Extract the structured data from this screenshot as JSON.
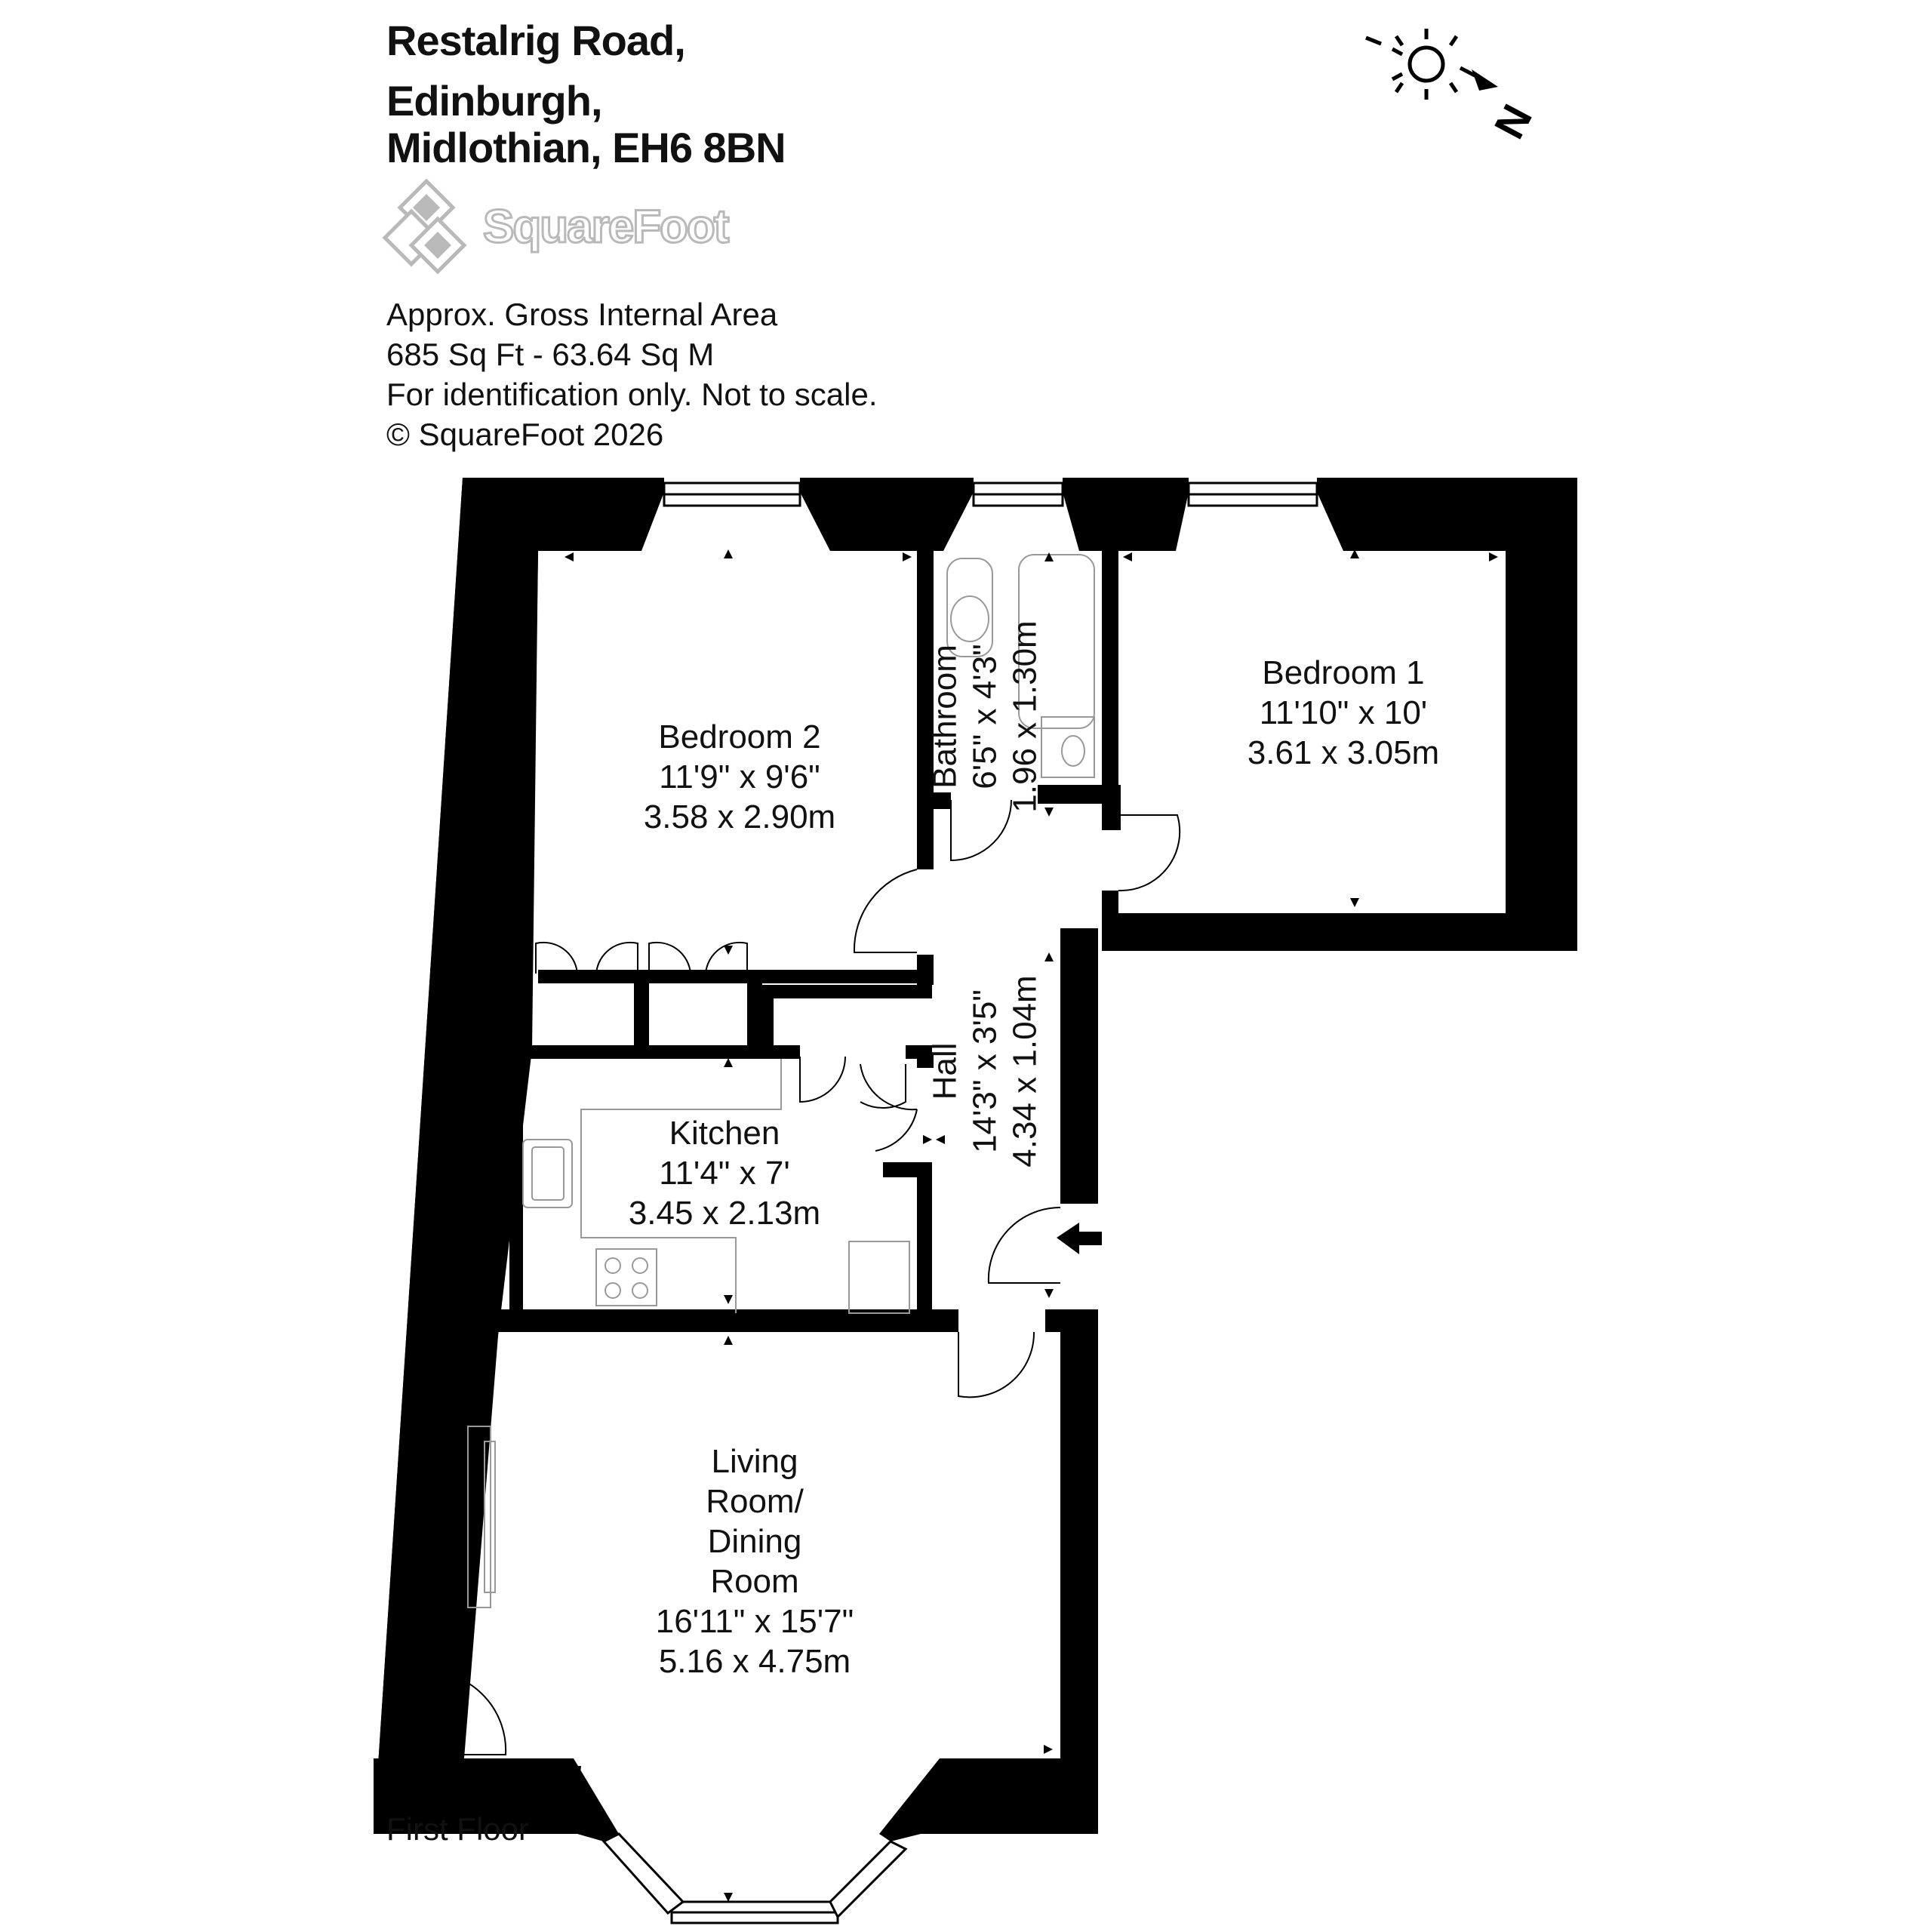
{
  "address": {
    "line1": "Restalrig Road,",
    "line2": "Edinburgh,",
    "line3": "Midlothian, EH6 8BN"
  },
  "brand": {
    "logo_text": "SquareFoot",
    "logo_color": "#b9b9b9"
  },
  "area": {
    "label": "Approx. Gross Internal Area",
    "value": "685 Sq Ft  -  63.64 Sq M",
    "disclaimer": "For identification only. Not to scale.",
    "copyright": "© SquareFoot 2026"
  },
  "compass": {
    "north_label": "N",
    "icon": "sun-north-arrow-icon"
  },
  "rooms": {
    "bedroom2": {
      "name": "Bedroom 2",
      "imperial": "11'9\" x 9'6\"",
      "metric": "3.58 x 2.90m"
    },
    "bathroom": {
      "name": "Bathroom",
      "imperial": "6'5\" x 4'3\"",
      "metric": "1.96 x 1.30m"
    },
    "bedroom1": {
      "name": "Bedroom 1",
      "imperial": "11'10\" x 10'",
      "metric": "3.61 x 3.05m"
    },
    "hall": {
      "name": "Hall",
      "imperial": "14'3\" x 3'5\"",
      "metric": "4.34 x 1.04m"
    },
    "kitchen": {
      "name": "Kitchen",
      "imperial": "11'4\" x 7'",
      "metric": "3.45 x 2.13m"
    },
    "living": {
      "name_line1": "Living",
      "name_line2": "Room/",
      "name_line3": "Dining",
      "name_line4": "Room",
      "imperial": "16'11\" x 15'7\"",
      "metric": "5.16 x 4.75m"
    }
  },
  "floor_label": "First Floor",
  "colors": {
    "wall": "#000000",
    "fixture": "#999999"
  }
}
